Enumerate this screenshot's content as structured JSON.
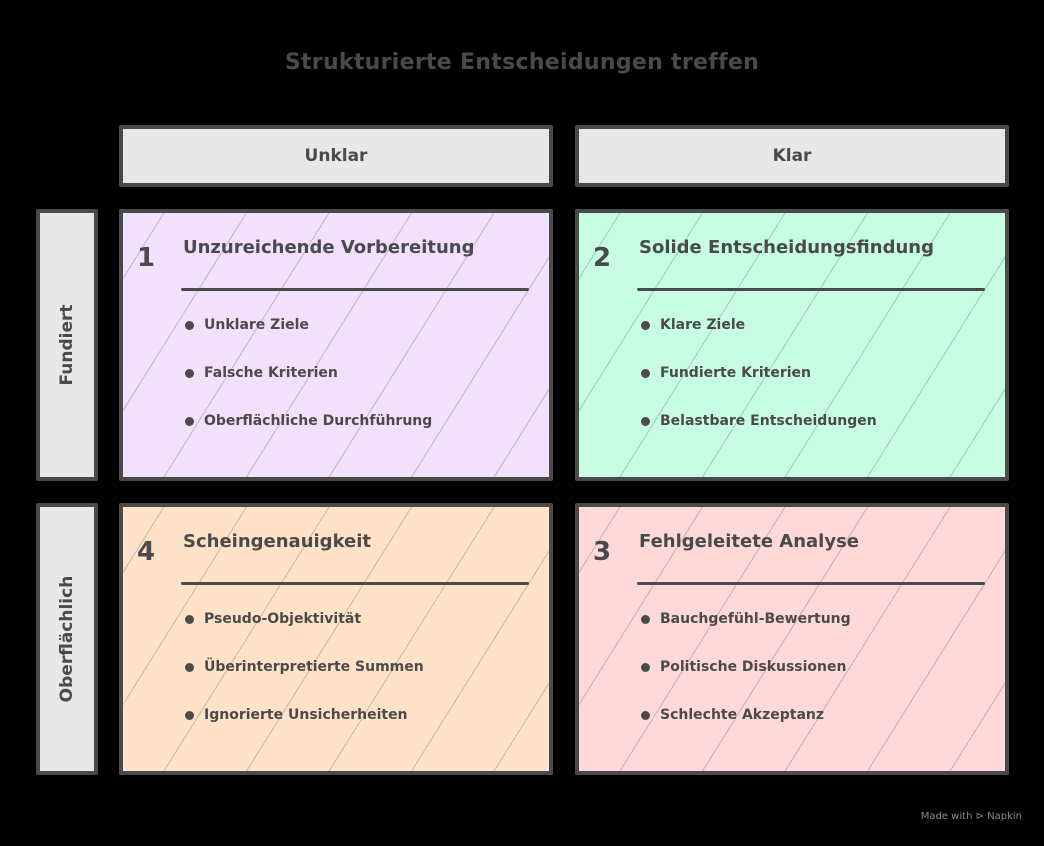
{
  "title": "Strukturierte Entscheidungen treffen",
  "columns": [
    {
      "label": "Unklar"
    },
    {
      "label": "Klar"
    }
  ],
  "rows": [
    {
      "label": "Fundiert"
    },
    {
      "label": "Oberflächlich"
    }
  ],
  "quadrants": [
    {
      "number": "1",
      "title": "Unzureichende Vorbereitung",
      "color": "#f3e0fd",
      "items": [
        "Unklare Ziele",
        "Falsche Kriterien",
        "Oberflächliche Durchführung"
      ]
    },
    {
      "number": "2",
      "title": "Solide Entscheidungsfindung",
      "color": "#c6fde3",
      "items": [
        "Klare Ziele",
        "Fundierte Kriterien",
        "Belastbare Entscheidungen"
      ]
    },
    {
      "number": "4",
      "title": "Scheingenauigkeit",
      "color": "#ffe2c8",
      "items": [
        "Pseudo-Objektivität",
        "Überinterpretierte Summen",
        "Ignorierte Unsicherheiten"
      ]
    },
    {
      "number": "3",
      "title": "Fehlgeleitete Analyse",
      "color": "#ffd9d7",
      "items": [
        "Bauchgefühl-Bewertung",
        "Politische Diskussionen",
        "Schlechte Akzeptanz"
      ]
    }
  ],
  "footer": "Made with ⊳ Napkin",
  "colors": {
    "background": "#000000",
    "stroke": "#4a4a4a",
    "header_fill": "#e8e8e8"
  }
}
